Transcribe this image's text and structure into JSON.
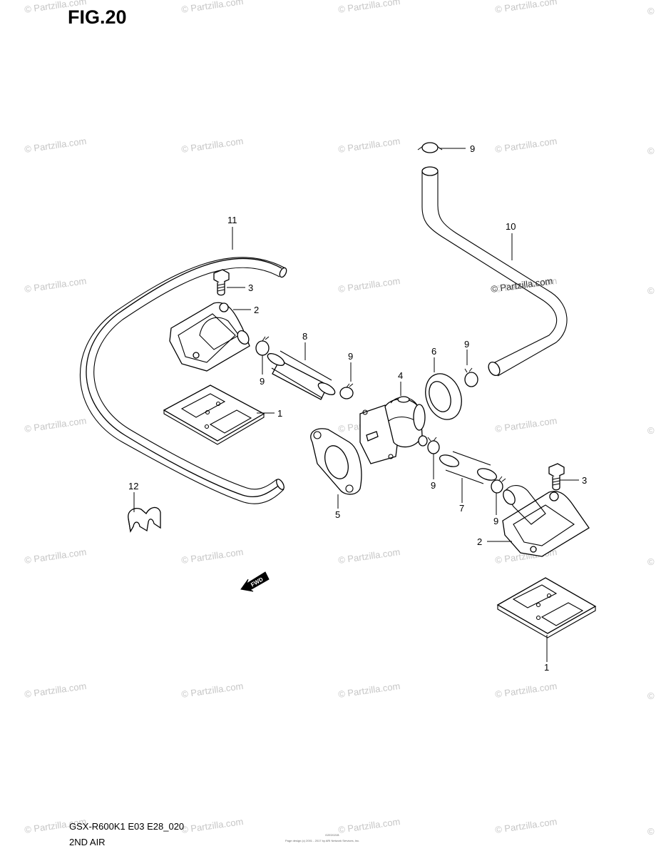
{
  "figure": {
    "title": "FIG.20",
    "model_code": "GSX-R600K1 E03 E28_020",
    "section_name": "2ND AIR",
    "page_code": "G2E2021B",
    "credit_line": "Page design (c) 2001 - 2017 by ARI Network Services, Inc."
  },
  "watermark": {
    "text": "© Partzilla.com",
    "symbol": "©"
  },
  "fwd_label": "FWD",
  "callouts": [
    {
      "id": "c1a",
      "label": "1"
    },
    {
      "id": "c1b",
      "label": "1"
    },
    {
      "id": "c2a",
      "label": "2"
    },
    {
      "id": "c2b",
      "label": "2"
    },
    {
      "id": "c3a",
      "label": "3"
    },
    {
      "id": "c3b",
      "label": "3"
    },
    {
      "id": "c4",
      "label": "4"
    },
    {
      "id": "c5",
      "label": "5"
    },
    {
      "id": "c6",
      "label": "6"
    },
    {
      "id": "c7",
      "label": "7"
    },
    {
      "id": "c8",
      "label": "8"
    },
    {
      "id": "c9a",
      "label": "9"
    },
    {
      "id": "c9b",
      "label": "9"
    },
    {
      "id": "c9c",
      "label": "9"
    },
    {
      "id": "c9d",
      "label": "9"
    },
    {
      "id": "c9e",
      "label": "9"
    },
    {
      "id": "c9f",
      "label": "9"
    },
    {
      "id": "c10",
      "label": "10"
    },
    {
      "id": "c11",
      "label": "11"
    },
    {
      "id": "c12",
      "label": "12"
    }
  ],
  "colors": {
    "line": "#000000",
    "watermark": "#c6c6c6",
    "background": "#ffffff"
  }
}
